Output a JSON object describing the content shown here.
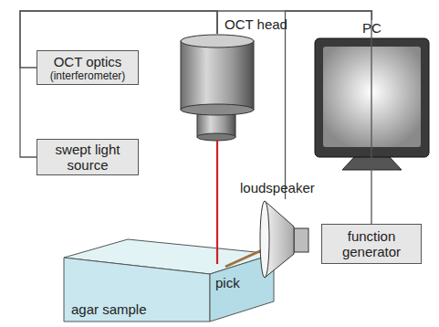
{
  "diagram": {
    "nodes": [
      {
        "text": [
          "OCT optics",
          "(interferometer)"
        ]
      },
      {
        "text": [
          "swept light source"
        ]
      },
      {
        "text": [
          "OCT head"
        ]
      },
      {
        "text": [
          "PC"
        ]
      },
      {
        "text": [
          "loudspeaker"
        ]
      },
      {
        "text": [
          "function generator"
        ]
      },
      {
        "text": [
          "agar sample"
        ]
      }
    ],
    "edges": [
      {
        "from": 2,
        "to": 3,
        "arrow": "none"
      },
      {
        "from": 2,
        "to": 0,
        "arrow": "none"
      },
      {
        "from": 2,
        "to": 1,
        "arrow": "none"
      },
      {
        "from": 4,
        "to": 5,
        "arrow": "none"
      }
    ],
    "labels": [
      "pick"
    ]
  }
}
